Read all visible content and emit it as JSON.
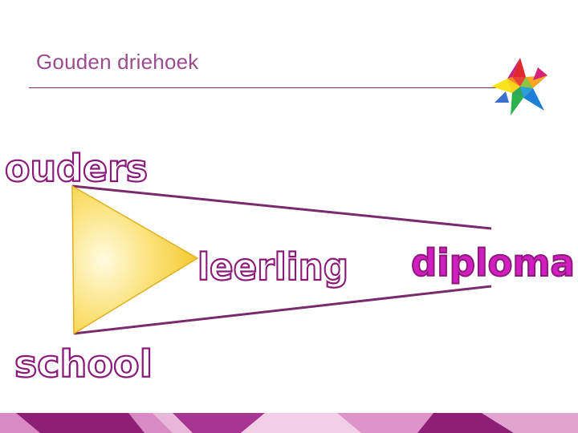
{
  "slide": {
    "title": "Gouden driehoek"
  },
  "diagram": {
    "top_vertex_label": "ouders",
    "bottom_vertex_label": "school",
    "apex_label": "leerling",
    "goal_label": "diploma"
  },
  "colors": {
    "accent": "#7a2a6d",
    "title_text": "#9b4c8f",
    "word_outline": "#8b1a7a",
    "goal_fill": "#d21ec0",
    "triangle_light": "#fffbe0",
    "triangle_gold": "#f2c21a",
    "band_light": "#e9b7da",
    "band_dark": "#8d2076"
  },
  "icons": {
    "logo": "multicolor-star-icon"
  }
}
